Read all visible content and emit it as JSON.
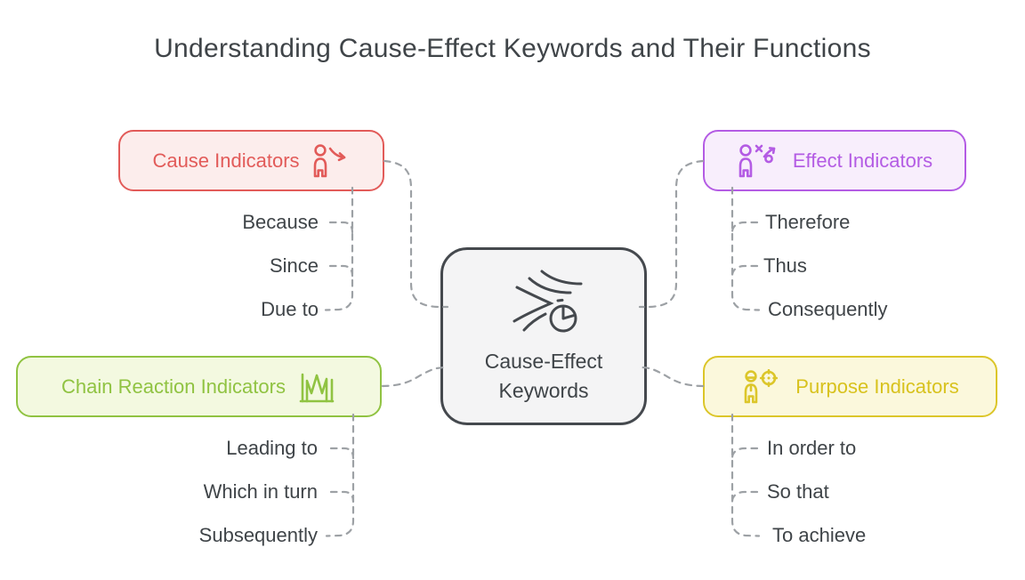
{
  "title": "Understanding Cause-Effect Keywords and Their Functions",
  "center": {
    "label_line1": "Cause-Effect",
    "label_line2": "Keywords",
    "icon": "flow-impact-pie-icon",
    "border_color": "#45494e",
    "background": "#f4f4f5",
    "text_color": "#3f4448"
  },
  "branches": [
    {
      "name": "Cause Indicators",
      "icon": "person-declining-arrow-icon",
      "accent": "#e25b59",
      "background": "#fcedec",
      "position": "top-left",
      "keywords": [
        "Because",
        "Since",
        "Due to"
      ]
    },
    {
      "name": "Effect Indicators",
      "icon": "person-strategy-icon",
      "accent": "#b45ce4",
      "background": "#f8eefc",
      "position": "top-right",
      "keywords": [
        "Therefore",
        "Thus",
        "Consequently"
      ]
    },
    {
      "name": "Chain Reaction Indicators",
      "icon": "zigzag-chart-icon",
      "accent": "#90c342",
      "background": "#f3f9e0",
      "position": "bottom-left",
      "keywords": [
        "Leading to",
        "Which in turn",
        "Subsequently"
      ]
    },
    {
      "name": "Purpose Indicators",
      "icon": "person-target-icon",
      "accent": "#dcc62a",
      "background": "#fbf8dc",
      "position": "bottom-right",
      "keywords": [
        "In order to",
        "So that",
        "To achieve"
      ]
    }
  ],
  "connector_color": "#9da1a5",
  "keyword_text_color": "#3f4448"
}
